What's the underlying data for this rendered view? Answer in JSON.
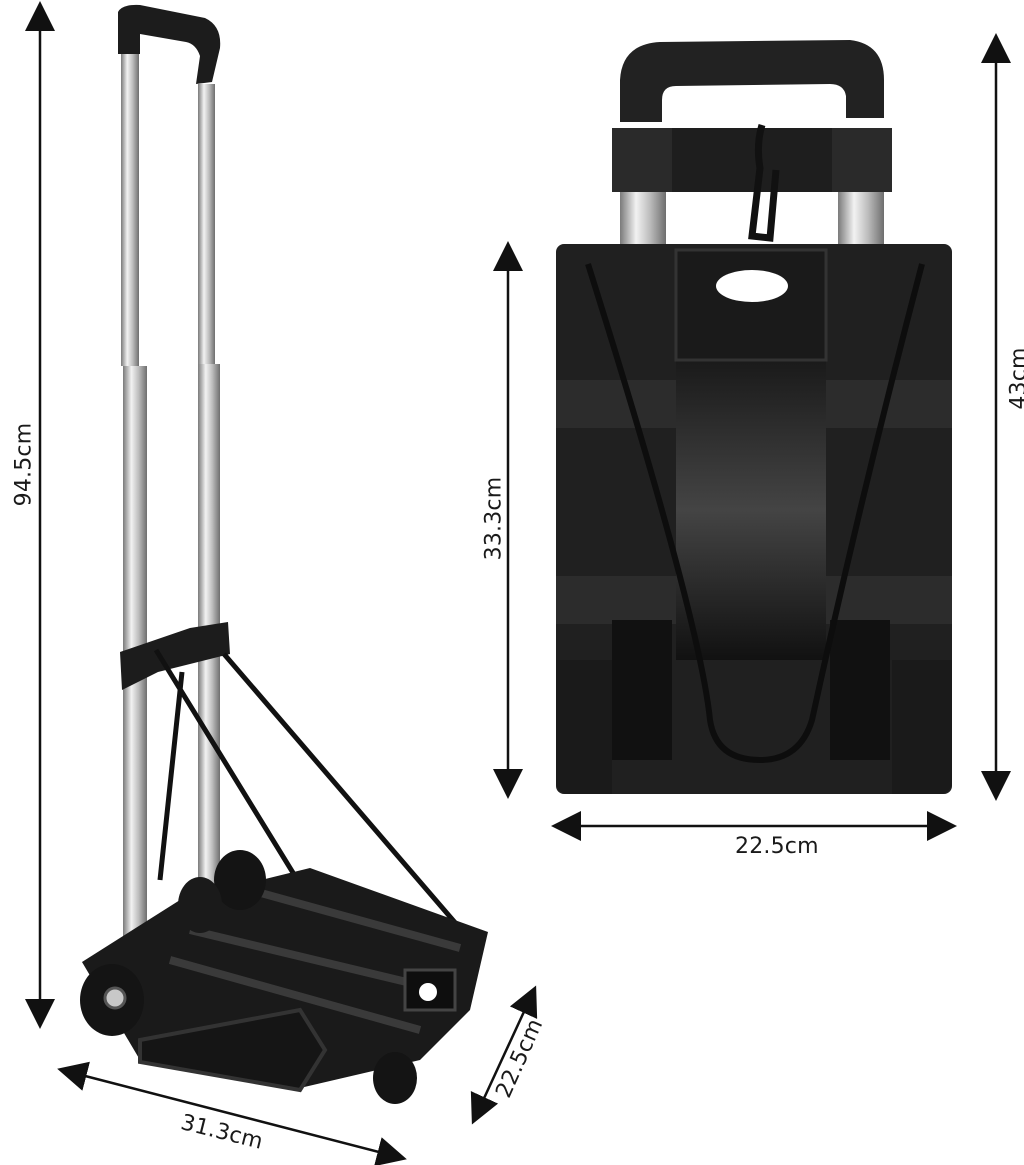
{
  "image": {
    "description_free": true,
    "colors": {
      "aluminum_light": "#e4e4e4",
      "aluminum_mid": "#a9a9a9",
      "aluminum_dark": "#6a6a6a",
      "plastic": "#1c1c1c",
      "plastic_highlight": "#3a3a3a",
      "arrow": "#111111"
    }
  },
  "dimensions": {
    "unfolded_height": "94.5cm",
    "unfolded_length": "31.3cm",
    "unfolded_width": "22.5cm",
    "folded_platform_height": "33.3cm",
    "folded_total_height": "43cm",
    "folded_width": "22.5cm"
  }
}
